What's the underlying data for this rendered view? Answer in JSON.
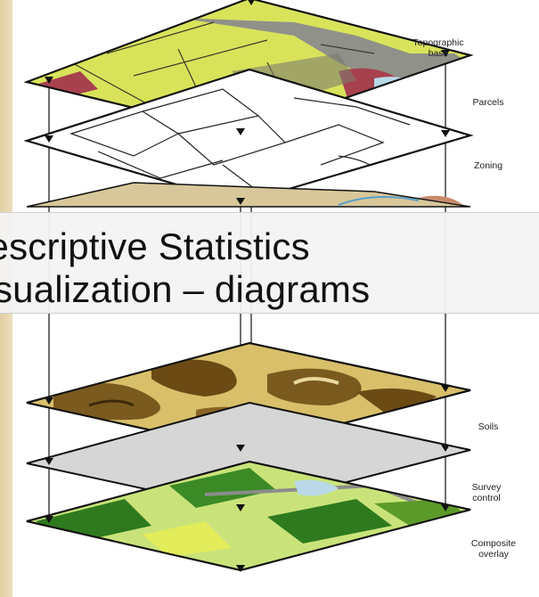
{
  "layer_labels": {
    "topographic_base": "Topographic base",
    "parcels": "Parcels",
    "zoning": "Zoning",
    "soils": "Soils",
    "survey_control": "Survey control",
    "composite_overlay": "Composite overlay"
  },
  "title": {
    "line1": "Descriptive Statistics",
    "line2": "Visualization – diagrams"
  },
  "colors": {
    "slide_background": "#efe2c2",
    "parcel_fill": "#d9e35a",
    "water": "#b9d9e8",
    "parcel_red": "#a8414e",
    "road_gray": "#8c8c8c",
    "soils_brown": "#7a5a1e",
    "soils_tan": "#d8bf6a",
    "composite_green": "#2f7a1f",
    "composite_light": "#c9e37a",
    "title_band": "#f3f3f3"
  }
}
